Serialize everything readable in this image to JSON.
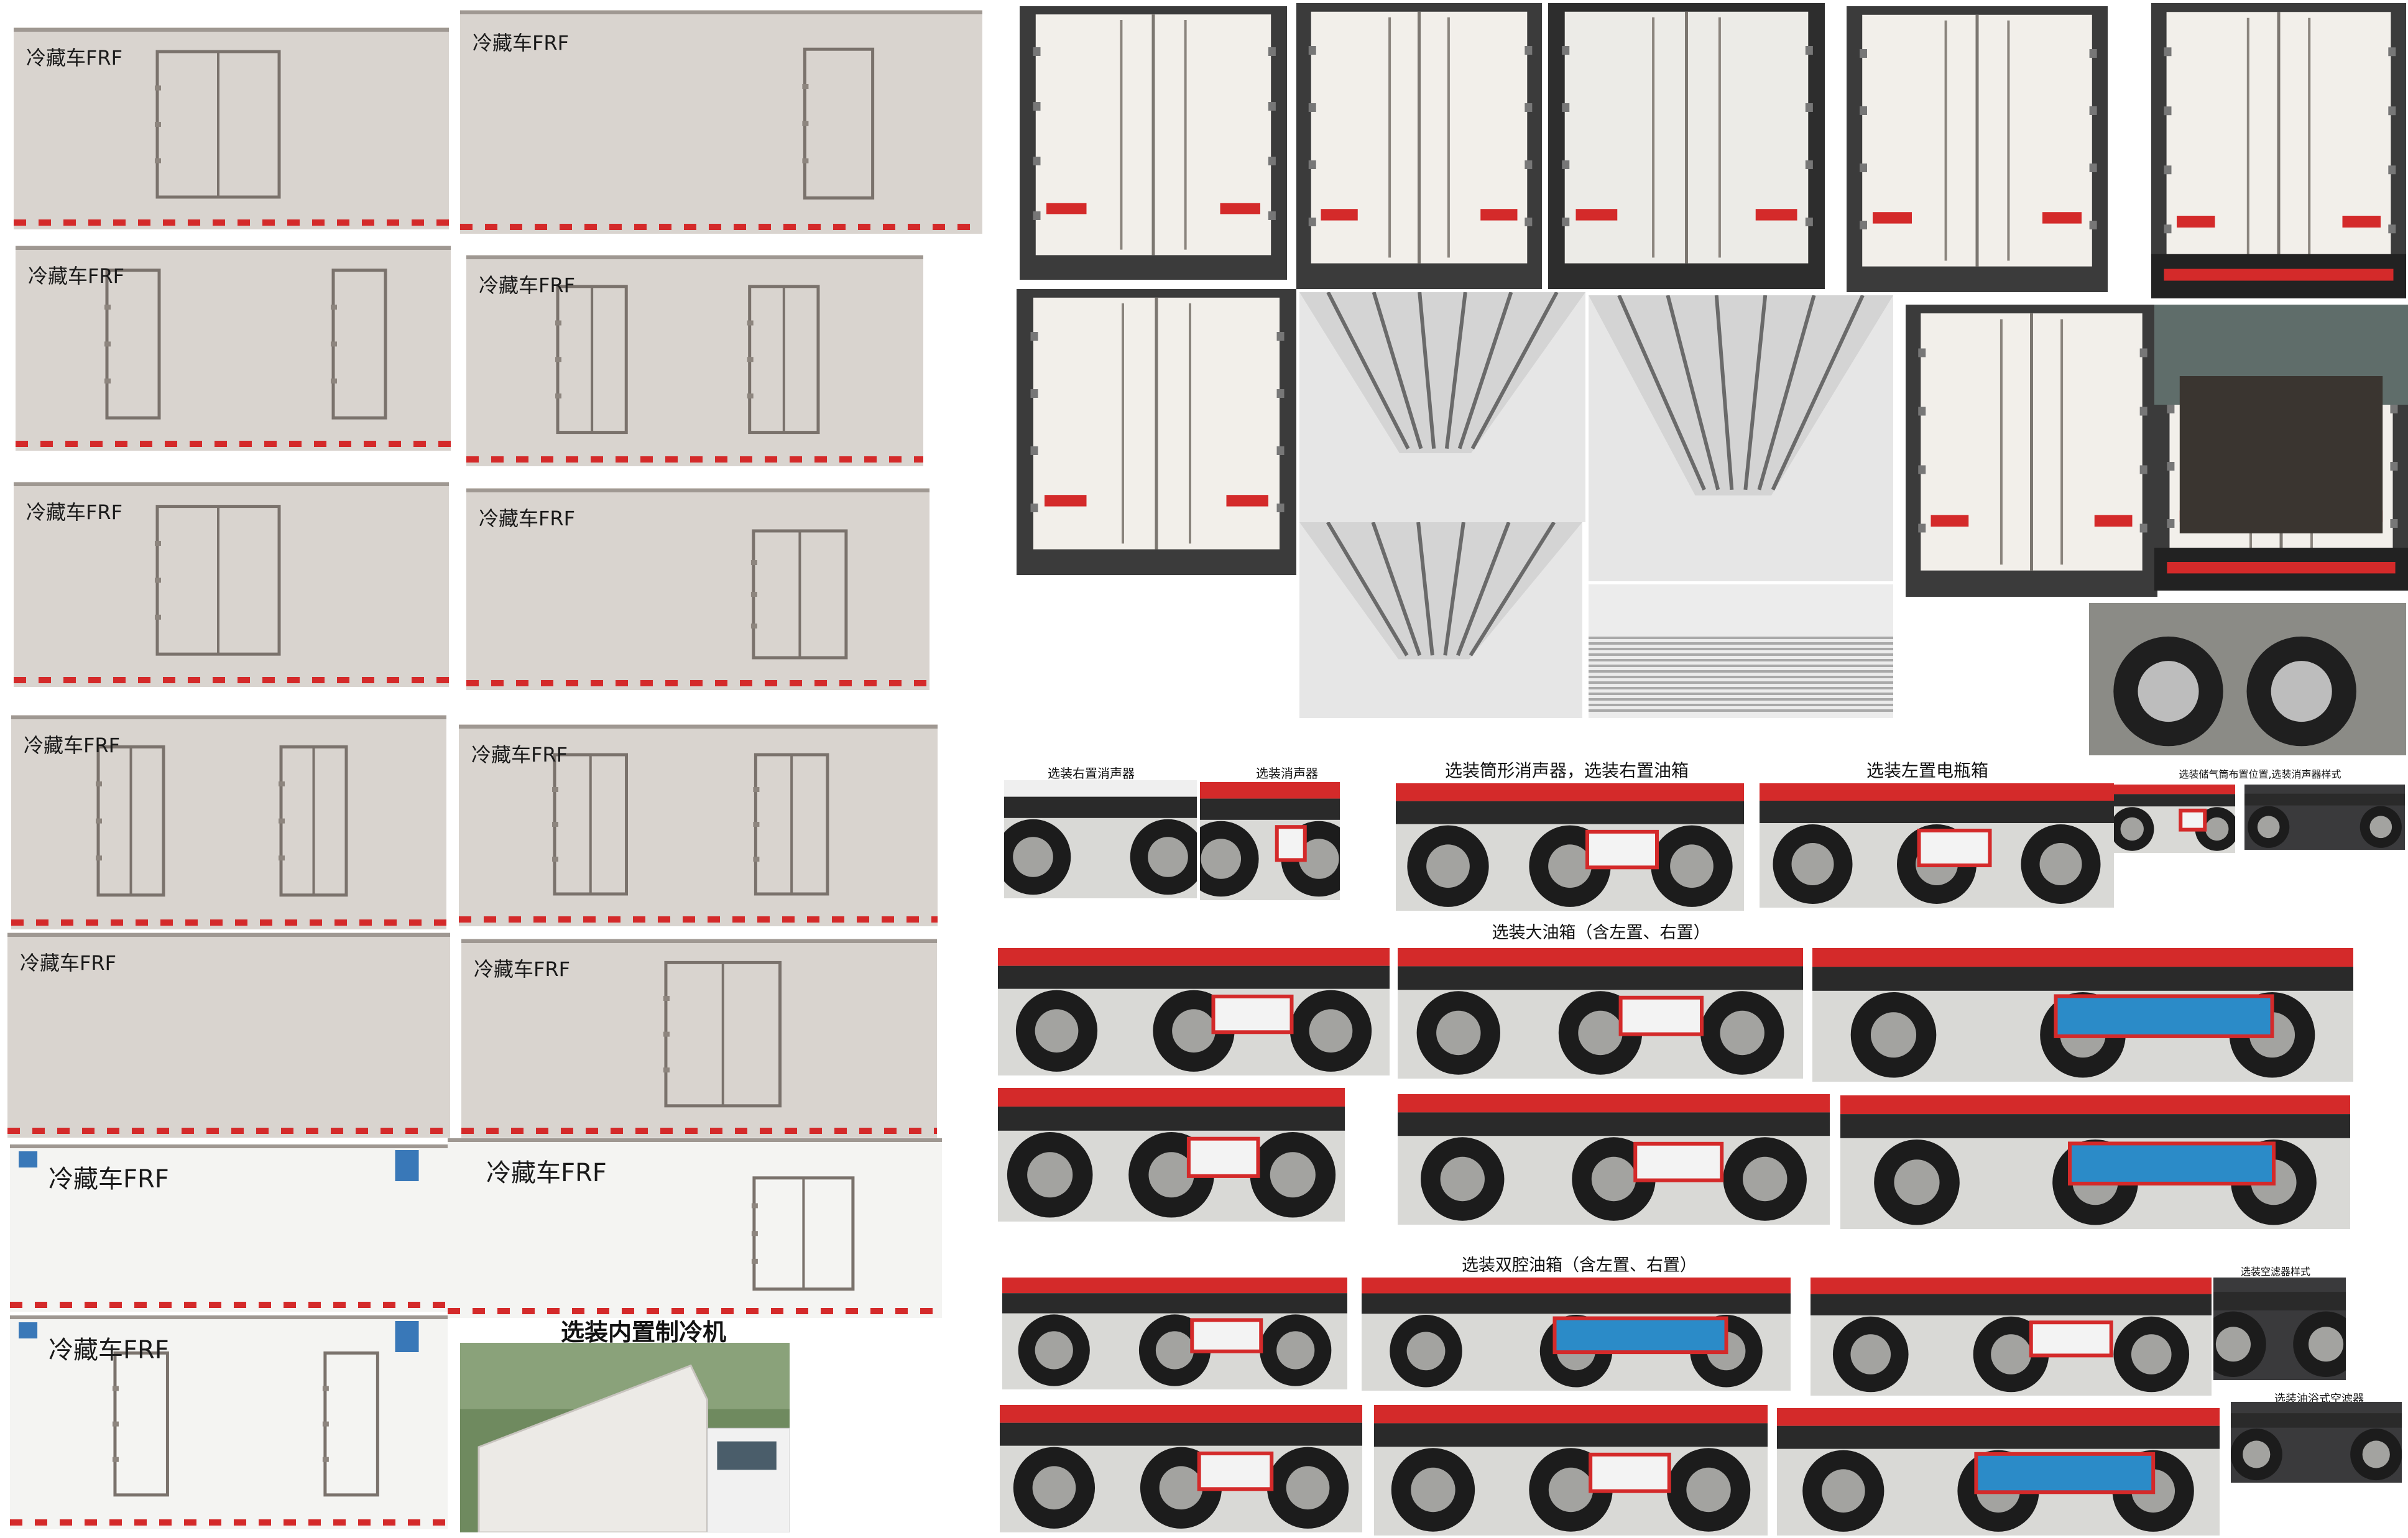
{
  "box_label": "冷藏车FRF",
  "optional_refrigeration_unit": "选装内置制冷机",
  "captions": {
    "right_muffler": "选装右置消声器",
    "muffler": "选装消声器",
    "cylinder_muffler_right_tank": "选装筒形消声器，选装右置油箱",
    "left_battery_box": "选装左置电瓶箱",
    "gas_cylinder_muffler_style": "选装储气筒布置位置,选装消声器样式",
    "large_fuel_tank": "选装大油箱（含左置、右置）",
    "dual_chamber_fuel_tank": "选装双腔油箱（含左置、右置）",
    "air_filter_style": "选装空滤器样式",
    "oil_bath_air_filter": "选装油浴式空滤器"
  },
  "colors": {
    "box_panel": "#d9d4cf",
    "frame_red": "#d42a2a",
    "reflector": "#e8b21e",
    "blue_tank": "#2b8bc8"
  }
}
